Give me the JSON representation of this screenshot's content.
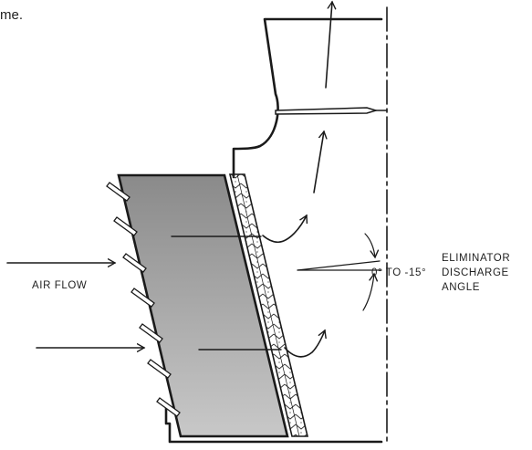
{
  "caption_fragment": "me.",
  "labels": {
    "air_flow": "AIR FLOW",
    "angle_range": "0° TO -15°",
    "eliminator_line1": "ELIMINATOR",
    "eliminator_line2": "DISCHARGE",
    "eliminator_line3": "ANGLE"
  },
  "colors": {
    "coil_dark": "#8a8a8a",
    "coil_light": "#c4c4c4",
    "line": "#1a1a1a"
  }
}
